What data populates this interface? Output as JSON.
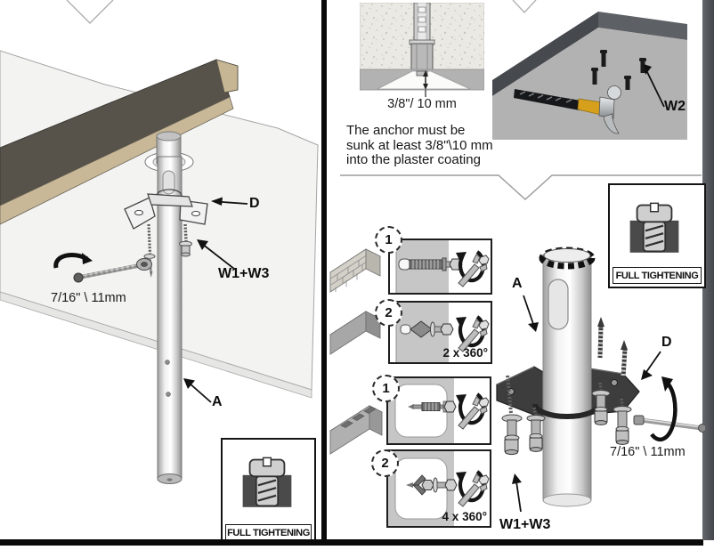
{
  "left_panel": {
    "wrench_size": "7/16\" \\ 11mm",
    "label_bracket": "D",
    "label_hardware": "W1+W3",
    "label_pole": "A",
    "full_tightening_label": "FULL TIGHTENING"
  },
  "right_panel": {
    "anchor_depth_label": "3/8\"/ 10 mm",
    "anchor_note": "The anchor must be\nsunk at least 3/8\"\\10 mm\ninto the plaster coating",
    "label_anchors": "W2",
    "label_pole": "A",
    "label_bracket": "D",
    "label_hardware": "W1+W3",
    "wrench_size": "7/16\" \\ 11mm",
    "full_tightening_label": "FULL TIGHTENING",
    "steps": {
      "solid_step1_num": "1",
      "solid_step2_num": "2",
      "solid_turns": "2 x 360°",
      "hollow_step1_num": "1",
      "hollow_step2_num": "2",
      "hollow_turns": "4 x 360°"
    }
  },
  "colors": {
    "label_text": "#0d0d0d",
    "beam_face": "#57534b",
    "beam_trim": "#c8b897",
    "ceiling_gray": "#b2b2b2",
    "hammer_accent": "#d7a01c",
    "divider": "#0a0a0a"
  }
}
